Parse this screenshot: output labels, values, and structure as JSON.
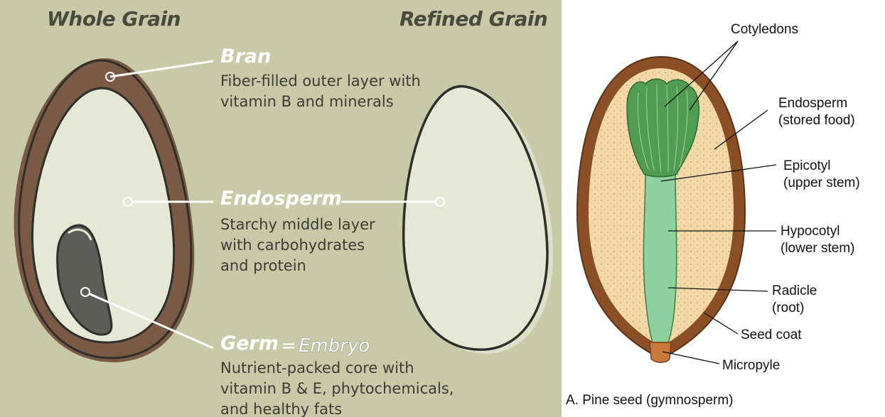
{
  "grain": {
    "whole_title": "Whole Grain",
    "refined_title": "Refined Grain",
    "bran": {
      "term": "Bran",
      "desc_lines": [
        "Fiber-filled outer layer with",
        "vitamin B and minerals"
      ]
    },
    "endosperm": {
      "term": "Endosperm",
      "desc_lines": [
        "Starchy middle layer",
        "with carbohydrates",
        "and protein"
      ]
    },
    "germ": {
      "term": "Germ",
      "equals": "=",
      "alias": "Embryo",
      "desc_lines": [
        "Nutrient-packed core with",
        "vitamin B & E, phytochemicals,",
        "and healthy fats"
      ]
    },
    "colors": {
      "background": "#c8c9a7",
      "bran": "#7a5a45",
      "endosperm": "#e6e7d4",
      "germ": "#5a5d58",
      "outline": "#2e2f2a"
    }
  },
  "pine_seed": {
    "labels": {
      "cotyledons": "Cotyledons",
      "endosperm": [
        "Endosperm",
        "(stored food)"
      ],
      "epicotyl": [
        "Epicotyl",
        "(upper stem)"
      ],
      "hypocotyl": [
        "Hypocotyl",
        "(lower stem)"
      ],
      "radicle": [
        "Radicle",
        "(root)"
      ],
      "seed_coat": "Seed coat",
      "micropyle": "Micropyle"
    },
    "caption": "A. Pine seed (gymnosperm)",
    "colors": {
      "seed_coat": "#8a4f24",
      "endosperm": "#f3d9a8",
      "embryo": "#8fd19e",
      "cotyledon": "#4f9c52"
    }
  }
}
